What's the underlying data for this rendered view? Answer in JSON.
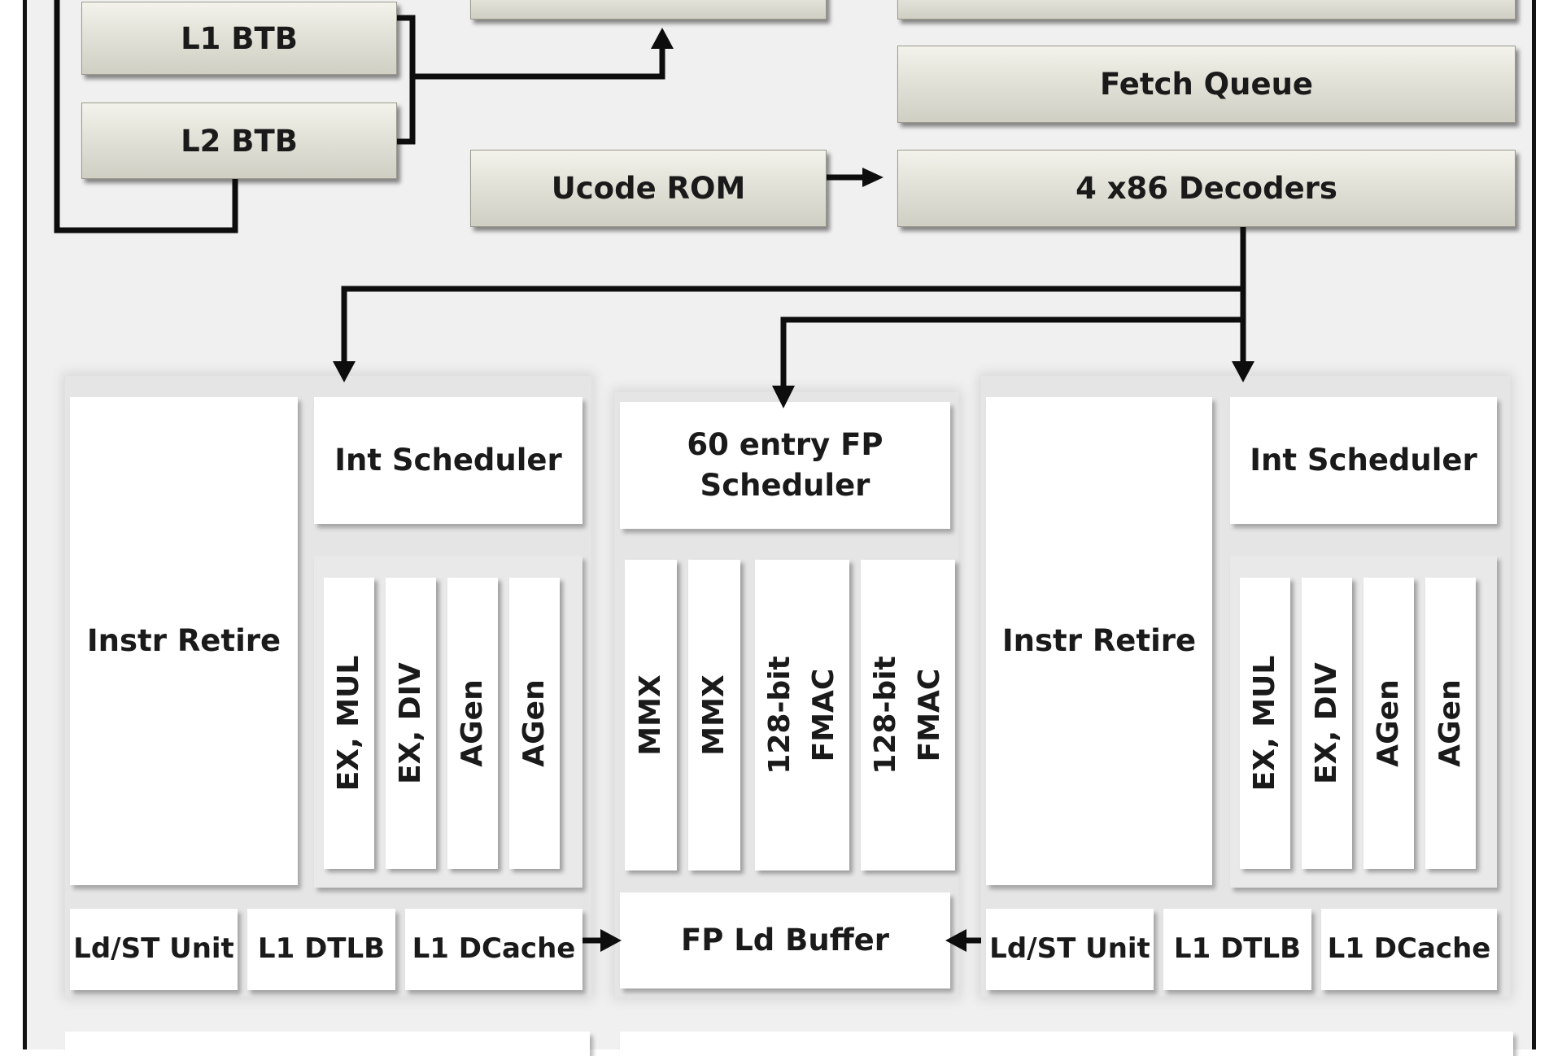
{
  "frontend": {
    "l1_btb": "L1 BTB",
    "l2_btb": "L2 BTB",
    "fetch_queue": "Fetch Queue",
    "ucode_rom": "Ucode ROM",
    "decoders": "4 x86 Decoders"
  },
  "int_cluster_left": {
    "instr_retire": "Instr Retire",
    "scheduler": "Int Scheduler",
    "units": [
      "EX, MUL",
      "EX, DIV",
      "AGen",
      "AGen"
    ],
    "ldst": "Ld/ST Unit",
    "dtlb": "L1 DTLB",
    "dcache": "L1 DCache"
  },
  "fp_cluster": {
    "scheduler_line1": "60 entry FP",
    "scheduler_line2": "Scheduler",
    "units": [
      {
        "line1": "MMX",
        "line2": ""
      },
      {
        "line1": "MMX",
        "line2": ""
      },
      {
        "line1": "128-bit",
        "line2": "FMAC"
      },
      {
        "line1": "128-bit",
        "line2": "FMAC"
      }
    ],
    "ld_buffer": "FP Ld Buffer"
  },
  "int_cluster_right": {
    "instr_retire": "Instr Retire",
    "scheduler": "Int Scheduler",
    "units": [
      "EX, MUL",
      "EX, DIV",
      "AGen",
      "AGen"
    ],
    "ldst": "Ld/ST Unit",
    "dtlb": "L1 DTLB",
    "dcache": "L1 DCache"
  }
}
